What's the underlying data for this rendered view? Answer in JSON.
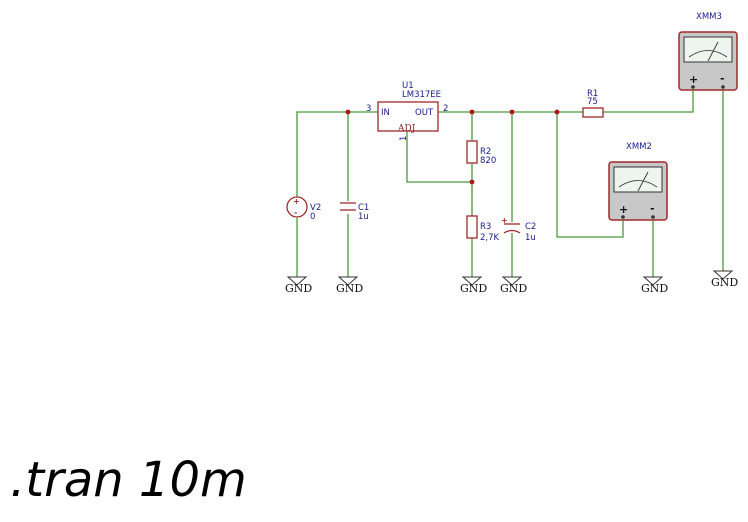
{
  "components": {
    "u1": {
      "ref": "U1",
      "value": "LM317EE",
      "pin_in": "IN",
      "pin_out": "OUT",
      "pin_adj": "ADJ",
      "pin_num_in": "3",
      "pin_num_out": "2",
      "pin_num_adj": "1"
    },
    "v2": {
      "ref": "V2",
      "value": "0"
    },
    "c1": {
      "ref": "C1",
      "value": "1u"
    },
    "r2": {
      "ref": "R2",
      "value": "820"
    },
    "r3": {
      "ref": "R3",
      "value": "2,7K"
    },
    "c2": {
      "ref": "C2",
      "value": "1u"
    },
    "r1": {
      "ref": "R1",
      "value": "75"
    },
    "xmm2": {
      "ref": "XMM2",
      "plus": "+",
      "minus": "-"
    },
    "xmm3": {
      "ref": "XMM3",
      "plus": "+",
      "minus": "-"
    }
  },
  "ground_label": "GND",
  "directive": ".tran 10m",
  "colors": {
    "wire": "#4a9a3a",
    "component": "#a02828",
    "label": "#1a1a8c"
  }
}
